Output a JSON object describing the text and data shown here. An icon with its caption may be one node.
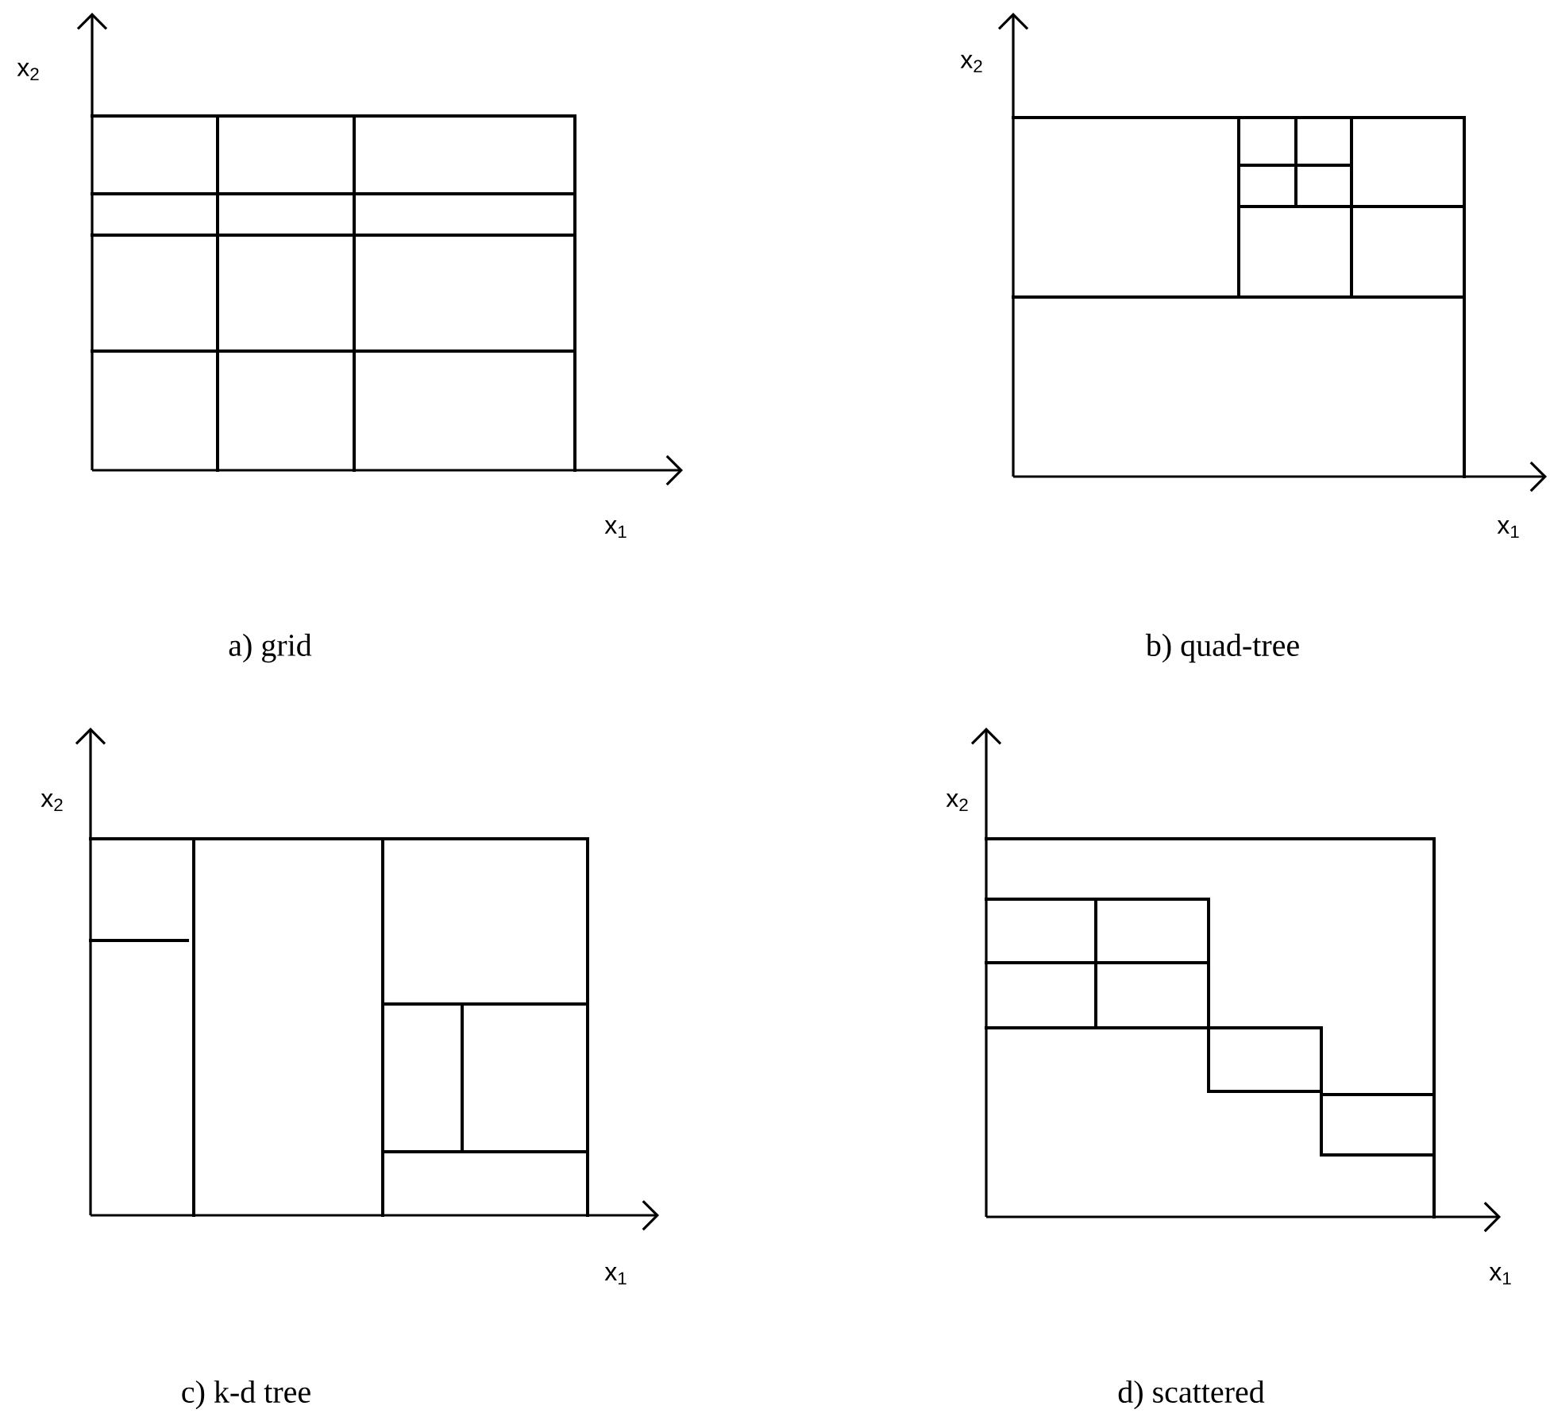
{
  "diagram": {
    "labels": [
      "x$_{2}$",
      "x$_{2}$",
      "x$_{1}$",
      "x$_{1}$",
      "a) grid",
      "b) quad-tree",
      "x$_{2}$",
      "x$_{2}$",
      "x$_{1}$",
      "x$_{1}$",
      "c) k-d tree",
      "d) scattered"
    ]
  }
}
